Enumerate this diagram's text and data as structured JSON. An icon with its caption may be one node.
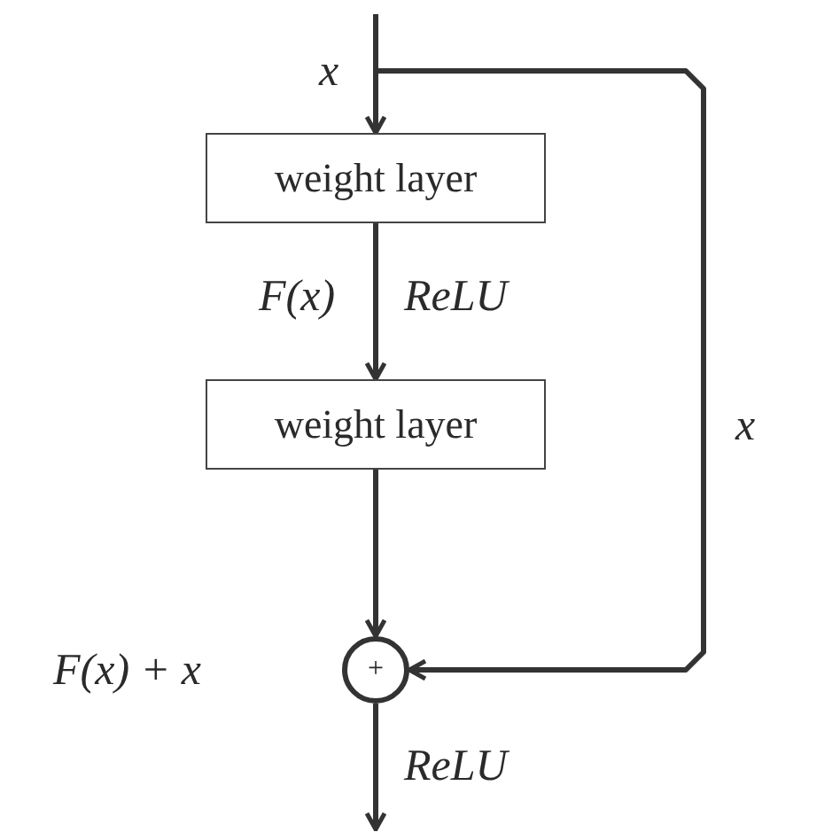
{
  "diagram": {
    "nodes": [
      {
        "text": [
          "weight layer"
        ]
      },
      {
        "text": [
          "weight layer"
        ]
      },
      {
        "text": [
          "+"
        ],
        "beside": [
          "F(x) + x"
        ]
      }
    ],
    "edges": [
      {
        "from": null,
        "to": 0,
        "arrow": "to",
        "label": "x"
      },
      {
        "from": 0,
        "to": 1,
        "arrow": "to",
        "label": "ReLU"
      },
      {
        "from": 1,
        "to": 2,
        "arrow": "to"
      },
      {
        "from": null,
        "to": 2,
        "arrow": "to",
        "label": "x"
      },
      {
        "from": 2,
        "to": null,
        "arrow": "to",
        "label": "ReLU"
      }
    ],
    "labels": [
      "F(x)"
    ]
  }
}
